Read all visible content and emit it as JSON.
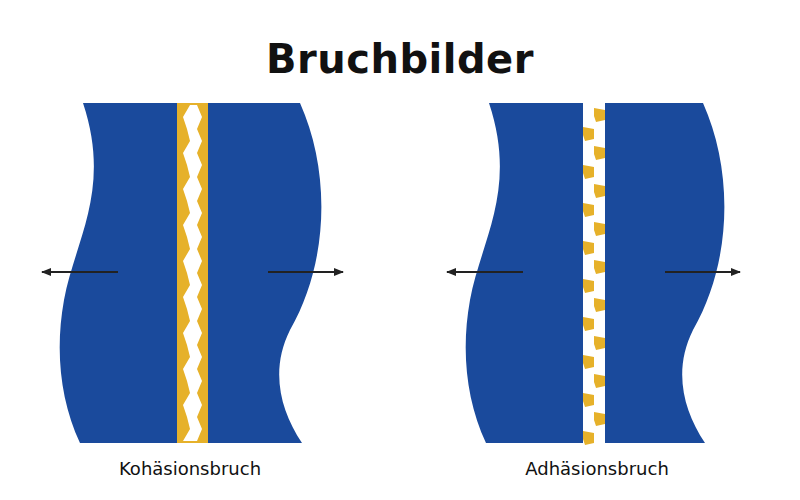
{
  "diagram": {
    "title": "Bruchbilder",
    "labels": [
      "Kohäsionsbruch",
      "Adhäsionsbruch"
    ]
  }
}
